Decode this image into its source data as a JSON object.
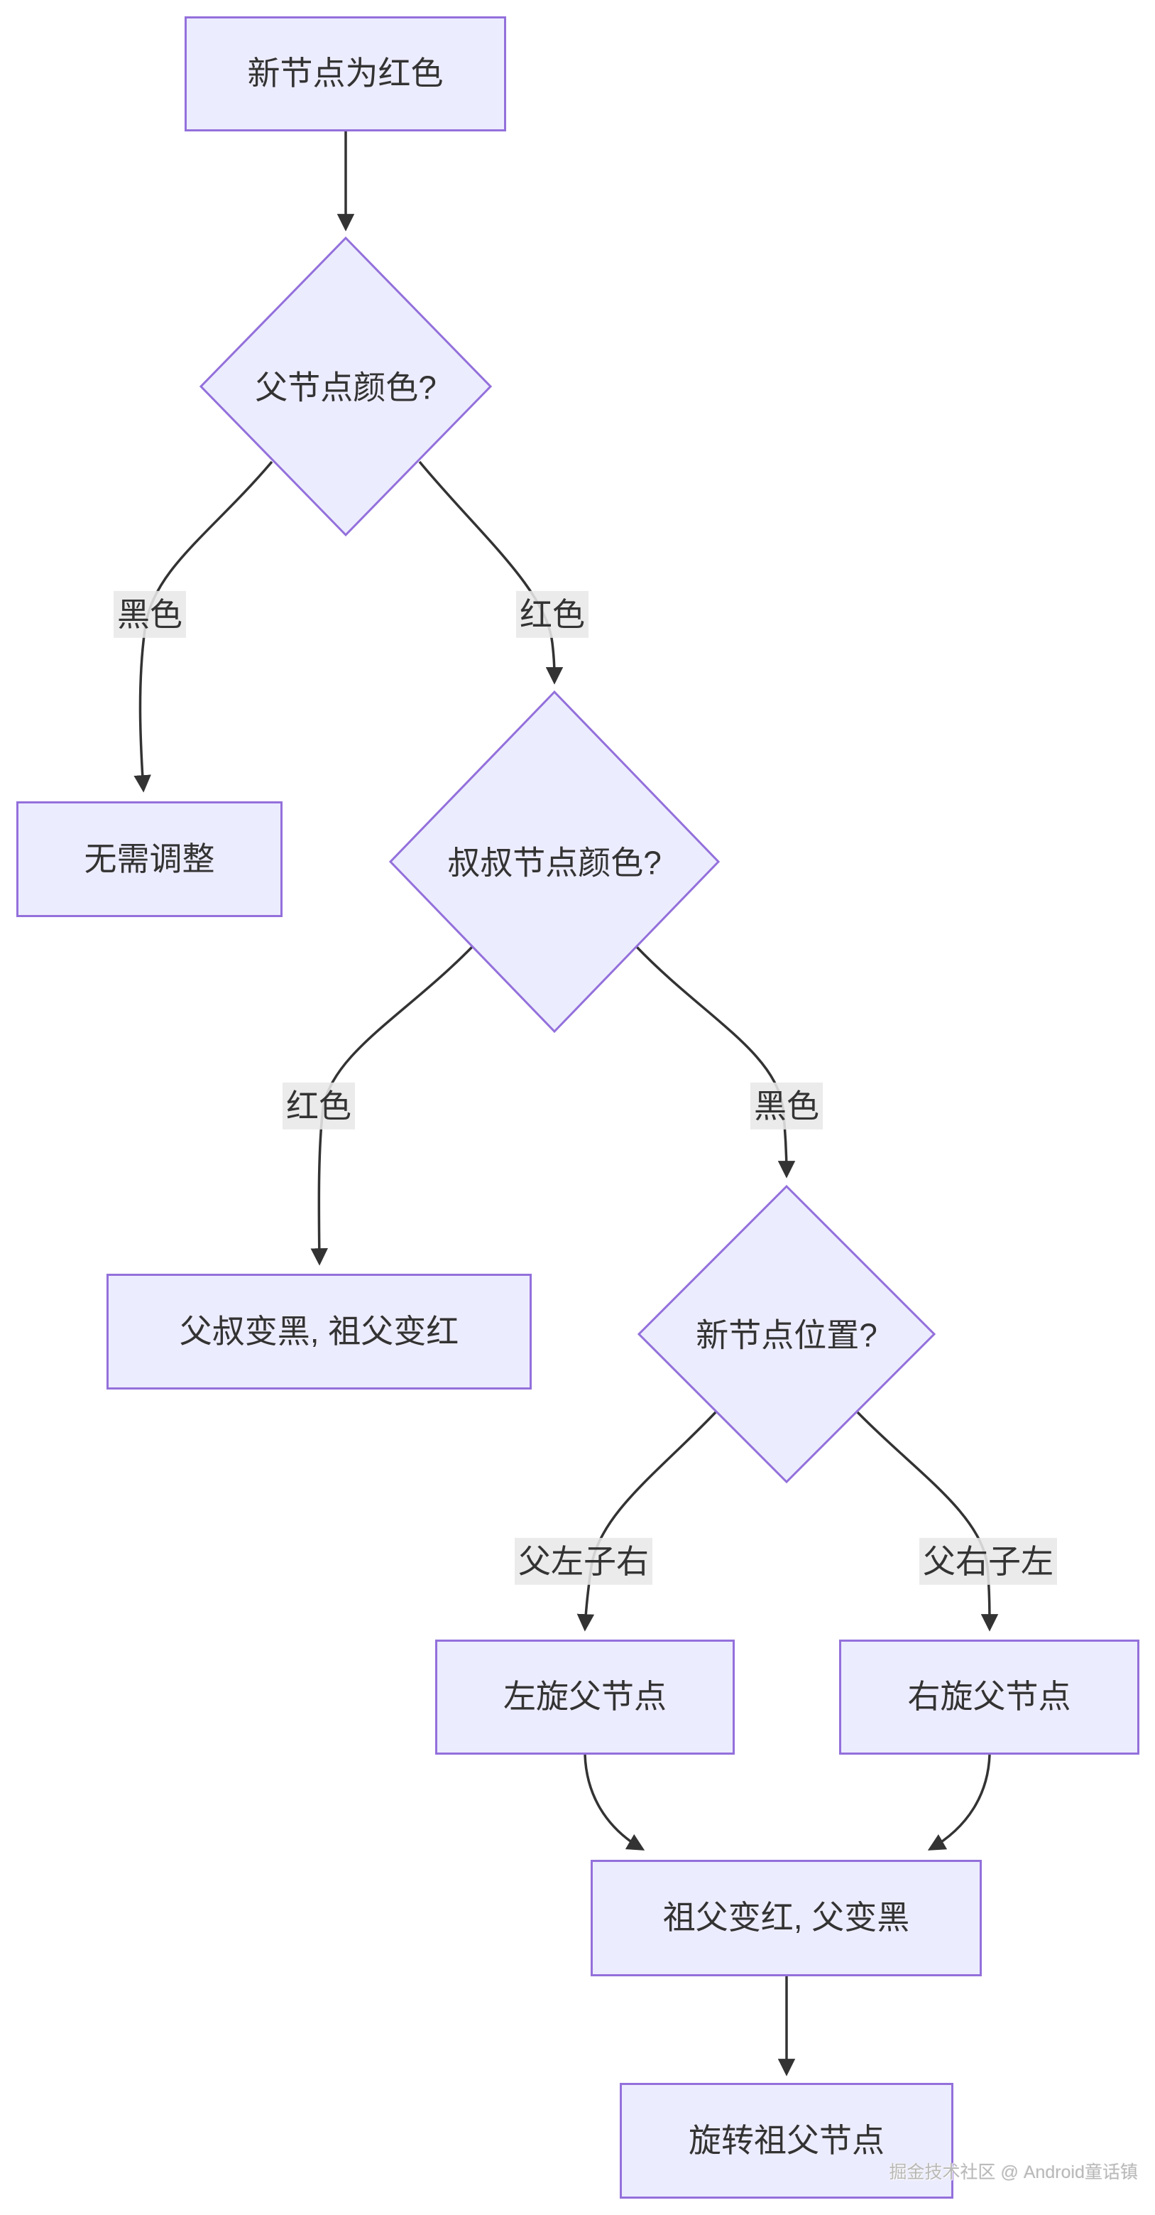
{
  "diagram": {
    "colors": {
      "background": "#ffffff",
      "node_fill": "#ECECFF",
      "node_border": "#9370DB",
      "edge": "#333333",
      "text": "#333333",
      "edge_label_bg": "#e8e8e8",
      "watermark_text": "#b8b8b8"
    },
    "nodes": {
      "start": {
        "label": "新节点为红色",
        "type": "rect"
      },
      "parent_color": {
        "label": "父节点颜色?",
        "type": "diamond"
      },
      "no_adjust": {
        "label": "无需调整",
        "type": "rect"
      },
      "uncle_color": {
        "label": "叔叔节点颜色?",
        "type": "diamond"
      },
      "recolor_parent_uncle": {
        "label": "父叔变黑, 祖父变红",
        "type": "rect"
      },
      "new_position": {
        "label": "新节点位置?",
        "type": "diamond"
      },
      "rotate_left_parent": {
        "label": "左旋父节点",
        "type": "rect"
      },
      "rotate_right_parent": {
        "label": "右旋父节点",
        "type": "rect"
      },
      "recolor_grandparent": {
        "label": "祖父变红, 父变黑",
        "type": "rect"
      },
      "rotate_grandparent": {
        "label": "旋转祖父节点",
        "type": "rect"
      }
    },
    "edge_labels": {
      "parent_black": "黑色",
      "parent_red": "红色",
      "uncle_red": "红色",
      "uncle_black": "黑色",
      "parent_left_child_right": "父左子右",
      "parent_right_child_left": "父右子左"
    },
    "watermark": "掘金技术社区 @ Android童话镇"
  }
}
